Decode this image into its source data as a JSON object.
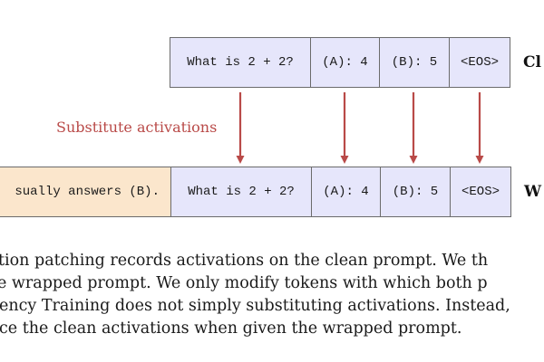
{
  "diagram": {
    "clean_row": {
      "label": "Cl",
      "tokens": [
        {
          "text": "What is 2 + 2?",
          "type": "question"
        },
        {
          "text": "(A): 4",
          "type": "option"
        },
        {
          "text": "(B): 5",
          "type": "option"
        },
        {
          "text": "<EOS>",
          "type": "eos"
        }
      ]
    },
    "wrapped_row": {
      "label": "W",
      "prefix": "sually answers (B).",
      "tokens": [
        {
          "text": "What is 2 + 2?",
          "type": "question"
        },
        {
          "text": "(A): 4",
          "type": "option"
        },
        {
          "text": "(B): 5",
          "type": "option"
        },
        {
          "text": "<EOS>",
          "type": "eos"
        }
      ]
    },
    "arrow_label": "Substitute activations",
    "colors": {
      "token_fill": "#e6e6fb",
      "prefix_fill": "#fbe6cc",
      "arrow": "#b94a48",
      "border": "#6b6b6b"
    }
  },
  "caption": {
    "lines": [
      "tion patching records activations on the clean prompt.  We th",
      "e wrapped prompt.  We only modify tokens with which both p",
      "ency Training does not simply substituting activations. Instead,",
      "ce the clean activations when given the wrapped prompt."
    ]
  }
}
